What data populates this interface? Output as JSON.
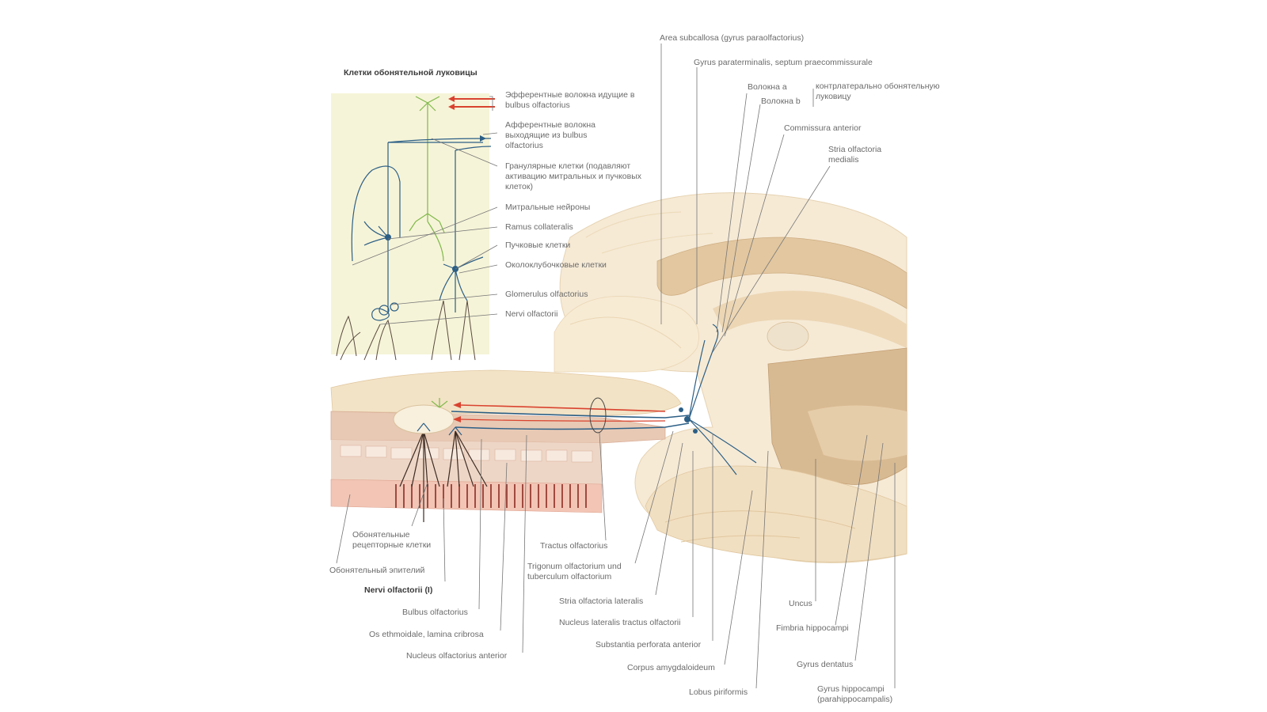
{
  "figure": {
    "inset_title": "Клетки обонятельной луковицы",
    "labels": {
      "area_subcallosa": "Area subcallosa (gyrus paraolfactorius)",
      "gyrus_paraterminalis": "Gyrus paraterminalis, septum praecommissurale",
      "fibers_a": "Волокна a",
      "fibers_b": "Волокна b",
      "fibers_note": "контрлатерально обонятельную луковицу",
      "commissura_anterior": "Commissura anterior",
      "stria_medialis": "Stria olfactoria medialis",
      "efferent": "Эфферентные волокна идущие в bulbus olfactorius",
      "afferent": "Афферентные волокна выходящие из bulbus olfactorius",
      "granular": "Гранулярные клетки (подавляют активацию митральных и пучковых клеток)",
      "mitral": "Митральные нейроны",
      "ramus": "Ramus collateralis",
      "tufted": "Пучковые клетки",
      "periglomerular": "Околоклубочковые клетки",
      "glomerulus": "Glomerulus olfactorius",
      "nervi_inset": "Nervi olfactorii",
      "receptor_cells": "Обонятельные рецепторные клетки",
      "epithelium": "Обонятельный эпителий",
      "nervi_main": "Nervi olfactorii (I)",
      "bulbus": "Bulbus olfactorius",
      "os_ethmoidale": "Os ethmoidale, lamina cribrosa",
      "nucleus_anterior": "Nucleus olfactorius anterior",
      "tractus": "Tractus olfactorius",
      "trigonum": "Trigonum olfactorium und tuberculum olfactorium",
      "stria_lateralis": "Stria olfactoria lateralis",
      "nucleus_lateralis": "Nucleus lateralis tractus olfactorii",
      "substantia": "Substantia perforata anterior",
      "corpus_amygdaloideum": "Corpus amygdaloideum",
      "lobus_piriformis": "Lobus piriformis",
      "uncus": "Uncus",
      "fimbria": "Fimbria hippocampi",
      "gyrus_dentatus": "Gyrus dentatus",
      "gyrus_hippocampi": "Gyrus hippocampi (parahippocampalis)"
    }
  },
  "colors": {
    "inset_bg": "#f6f4d8",
    "brain_tan": "#f3e3c6",
    "brain_dark": "#d7b88f",
    "efferent_red": "#d9432f",
    "afferent_blue": "#2c5f86",
    "granular_green": "#7fb94a",
    "bone_pink": "#e3b2a6"
  }
}
